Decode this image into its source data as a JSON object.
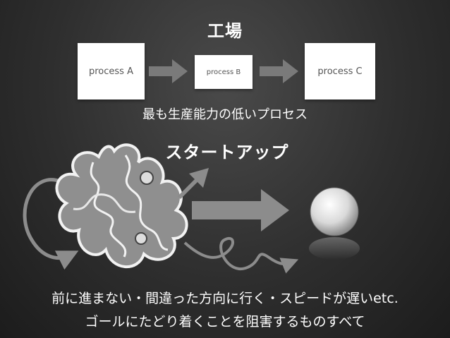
{
  "factory": {
    "title": "工場",
    "process_a": "process A",
    "process_b": "process B",
    "process_c": "process C",
    "caption": "最も生産能力の低いプロセス"
  },
  "startup": {
    "title": "スタートアップ"
  },
  "footer": {
    "line1": "前に進まない・間違った方向に行く・スピードが遅いetc.",
    "line2": "ゴールにたどり着くことを阻害するものすべて"
  },
  "colors": {
    "background": "#2e2e2e",
    "arrow": "#7a7a7a",
    "box": "#ffffff",
    "text": "#ffffff"
  }
}
